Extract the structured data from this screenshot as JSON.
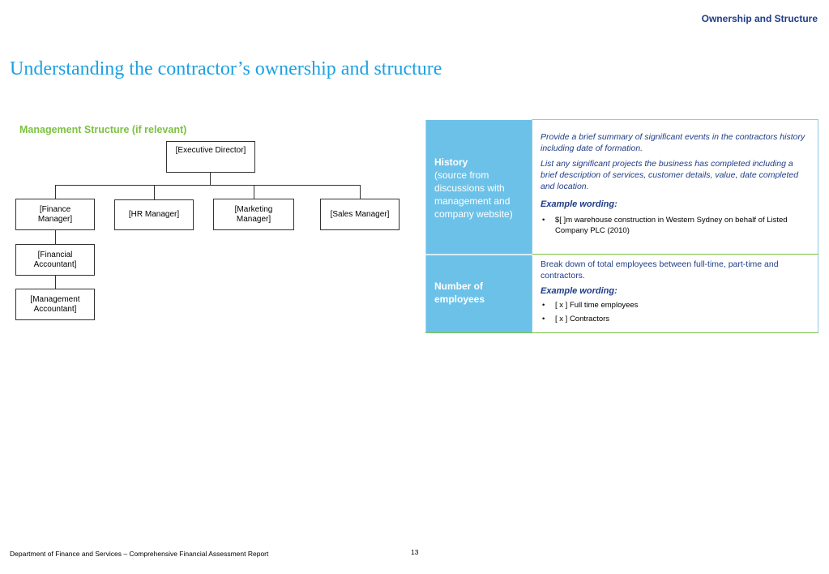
{
  "header": {
    "section": "Ownership and Structure"
  },
  "title": "Understanding the contractor’s ownership and structure",
  "management": {
    "heading": "Management Structure (if relevant)",
    "executive": "[Executive Director]",
    "finance_line1": "[Finance",
    "finance_line2": "Manager]",
    "hr": "[HR Manager]",
    "marketing_line1": "[Marketing",
    "marketing_line2": "Manager]",
    "sales": "[Sales Manager]",
    "financial_accountant_line1": "[Financial",
    "financial_accountant_line2": "Accountant]",
    "management_accountant_line1": "[Management",
    "management_accountant_line2": "Accountant]"
  },
  "table": {
    "history": {
      "label": "History",
      "sublabel": "(source from discussions with management and company website)",
      "para1": "Provide a brief summary of significant events in the contractors history including date of formation.",
      "para2": "List any significant projects the business has completed including a brief description of services, customer details, value, date completed and location.",
      "example_label": "Example wording:",
      "bullets": [
        "$[ ]m warehouse construction in Western Sydney on behalf of Listed Company PLC (2010)"
      ]
    },
    "employees": {
      "label_line1": "Number of",
      "label_line2": "employees",
      "para1": "Break down of total employees between full-time, part-time and contractors.",
      "example_label": "Example wording:",
      "bullets": [
        "[ x ] Full time employees",
        "[ x ] Contractors"
      ]
    }
  },
  "footer": {
    "text": "Department of Finance and Services – Comprehensive Financial Assessment Report",
    "page": "13"
  }
}
